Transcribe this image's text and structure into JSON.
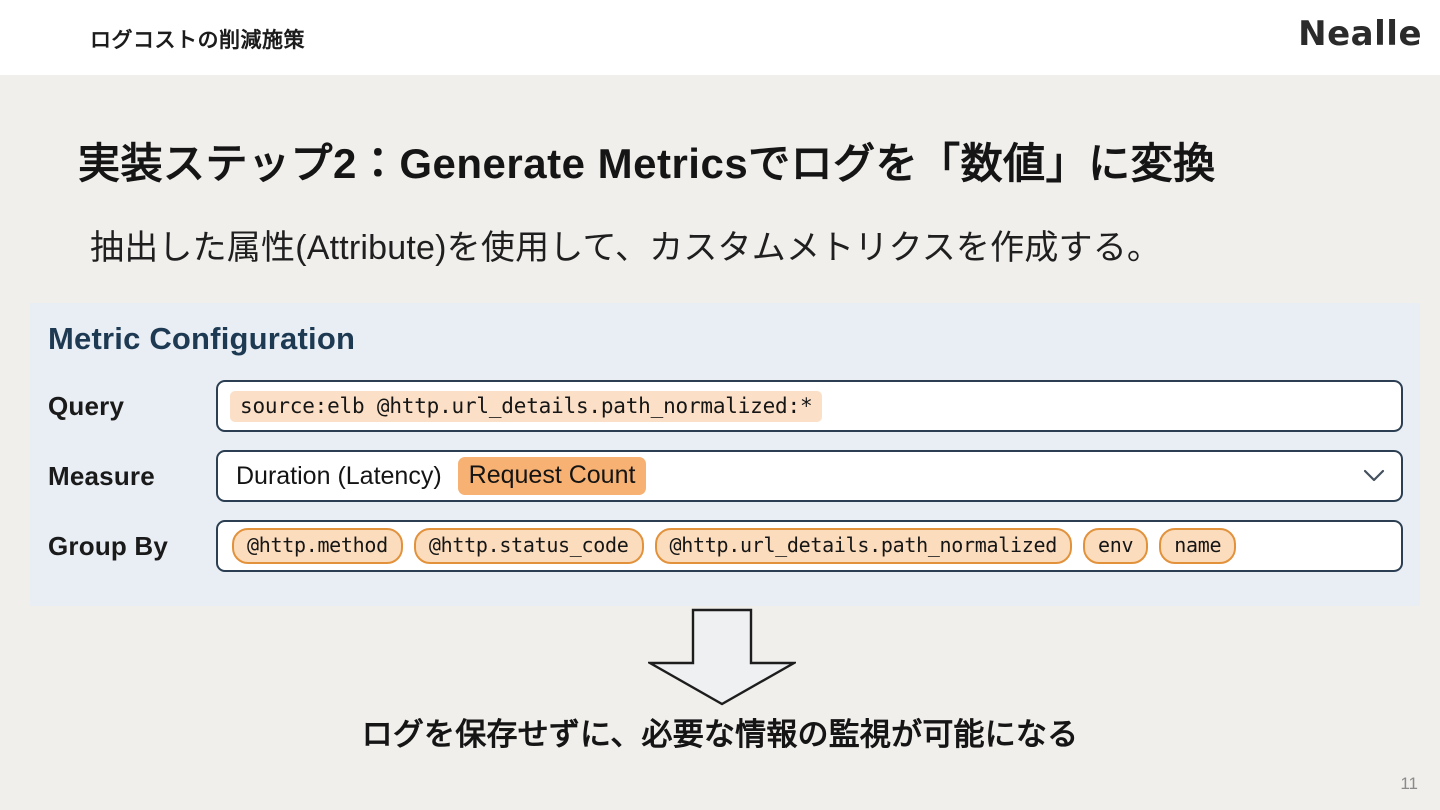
{
  "header": {
    "title": "ログコストの削減施策",
    "brand": "Nealle"
  },
  "slide": {
    "title": "実装ステップ2：Generate Metricsでログを「数値」に変換",
    "subtitle": "抽出した属性(Attribute)を使用して、カスタムメトリクスを作成する。",
    "caption": "ログを保存せずに、必要な情報の監視が可能になる",
    "page_number": "11"
  },
  "metric_panel": {
    "title": "Metric Configuration",
    "query": {
      "label": "Query",
      "value": "source:elb @http.url_details.path_normalized:*"
    },
    "measure": {
      "label": "Measure",
      "plain_value": "Duration (Latency)",
      "highlighted_value": "Request Count",
      "dropdown_icon": "chevron-down-icon"
    },
    "group_by": {
      "label": "Group By",
      "chips": [
        "@http.method",
        "@http.status_code",
        "@http.url_details.path_normalized",
        "env",
        "name"
      ]
    }
  },
  "colors": {
    "page_background": "#f1efec",
    "header_background": "#ffffff",
    "panel_background": "#e9eef5",
    "panel_title": "#1e3a53",
    "field_border": "#2c3e52",
    "query_highlight": "#fbdfc6",
    "measure_highlight": "#f6b173",
    "chip_fill": "#fbdcbd",
    "chip_border": "#e3923c"
  },
  "arrow": {
    "icon": "arrow-down-block-icon"
  }
}
